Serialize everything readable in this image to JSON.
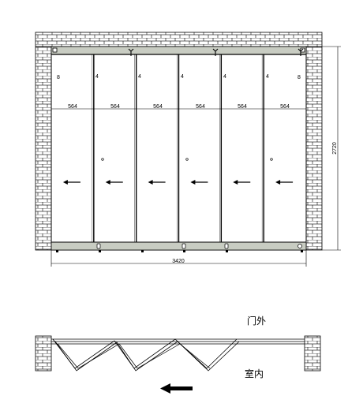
{
  "elevation": {
    "panel_width_labels": [
      "564",
      "564",
      "564",
      "564",
      "564",
      "564"
    ],
    "gap_labels_left": "8",
    "gap_labels_mid": [
      "4",
      "4",
      "4",
      "4",
      "4"
    ],
    "gap_labels_right": "8",
    "overall_width": "3420",
    "overall_height": "2720",
    "panel_count": 6,
    "arrow_direction": "left"
  },
  "plan": {
    "outside_label": "门外",
    "inside_label": "室内",
    "direction_arrow": "left"
  },
  "colors": {
    "line": "#000000",
    "track": "#c8ccc2",
    "brick": "#000000"
  }
}
